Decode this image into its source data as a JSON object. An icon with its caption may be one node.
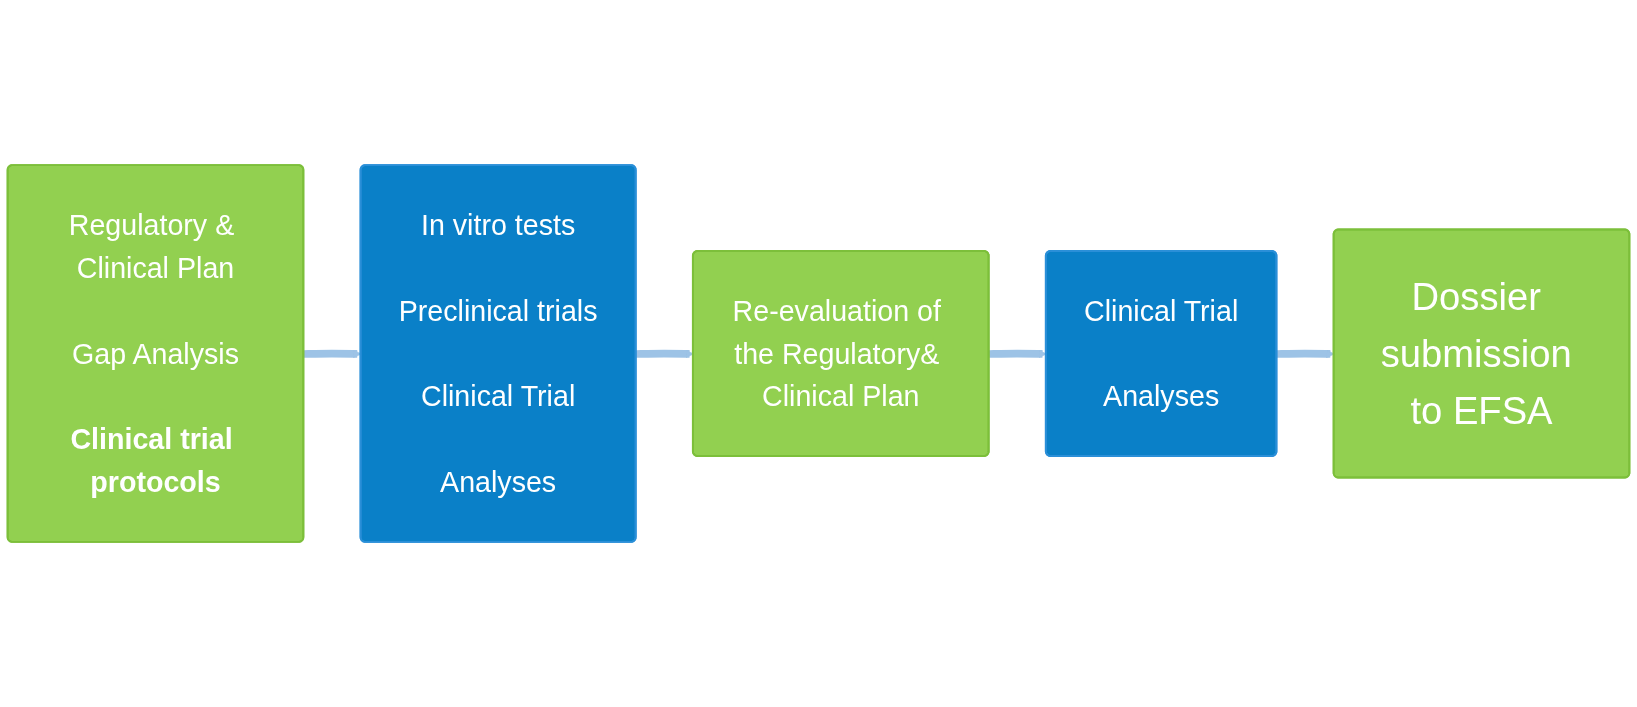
{
  "diagram": {
    "nodes": [
      {
        "text": [
          "Regulatory & Clinical Plan",
          "Gap Analysis",
          "Clinical trial protocols"
        ]
      },
      {
        "text": [
          "In vitro tests",
          "Preclinical trials",
          "Clinical Trial",
          "Analyses"
        ]
      },
      {
        "text": [
          "Re-evaluation of the Regulatory& Clinical Plan"
        ]
      },
      {
        "text": [
          "Clinical Trial",
          "Analyses"
        ]
      },
      {
        "text": [
          "Dossier submission to EFSA"
        ]
      }
    ],
    "edges": [
      {
        "from": 0,
        "to": 1,
        "arrow": "to"
      },
      {
        "from": 1,
        "to": 2,
        "arrow": "to"
      },
      {
        "from": 2,
        "to": 3,
        "arrow": "to"
      },
      {
        "from": 3,
        "to": 4,
        "arrow": "to"
      }
    ]
  }
}
